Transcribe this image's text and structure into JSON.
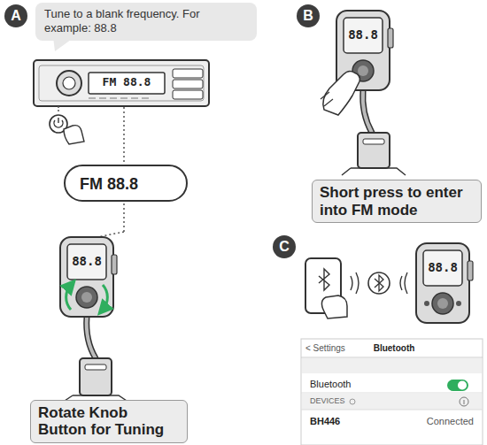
{
  "diagram": {
    "nodes": [
      {
        "text": [
          "A"
        ]
      },
      {
        "text": [
          "Tune to a blank frequency. For example: 88.8"
        ]
      },
      {
        "text": [
          "FM 88.8"
        ]
      },
      {
        "text": [
          "Rotate Knob Button for Tuning"
        ]
      },
      {
        "text": [
          "B"
        ]
      },
      {
        "text": [
          "Short press to enter into FM mode"
        ]
      },
      {
        "text": [
          "C"
        ]
      }
    ],
    "labels": [
      "FM 88.8",
      "88.8",
      "88.8",
      "88.8",
      "< Settings",
      "Bluetooth",
      "Bluetooth",
      "DEVICES",
      "BH446",
      "Connected"
    ]
  }
}
